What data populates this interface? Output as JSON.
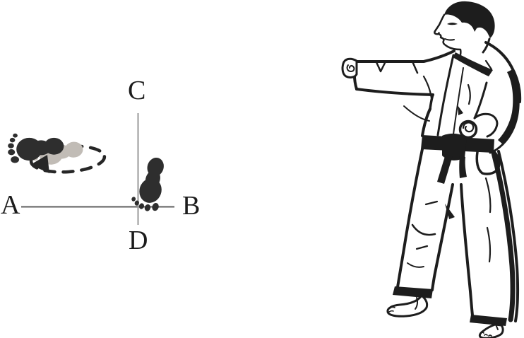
{
  "scene": {
    "background": "#ffffff"
  },
  "diagram": {
    "labels": {
      "left": "A",
      "right": "B",
      "top": "C",
      "bottom": "D"
    },
    "colors": {
      "axis_horizontal": "#5f5f5f",
      "axis_vertical": "#9a9a9a",
      "label_text": "#1b1b1b",
      "footprint_dark": "#2e2e2e",
      "footprint_ghost": "#c1bcb6",
      "rotation_dash": "#262626"
    }
  },
  "figure": {
    "icon": "martial-artist-left-punch-figure",
    "ink": "#1d1d1d"
  }
}
